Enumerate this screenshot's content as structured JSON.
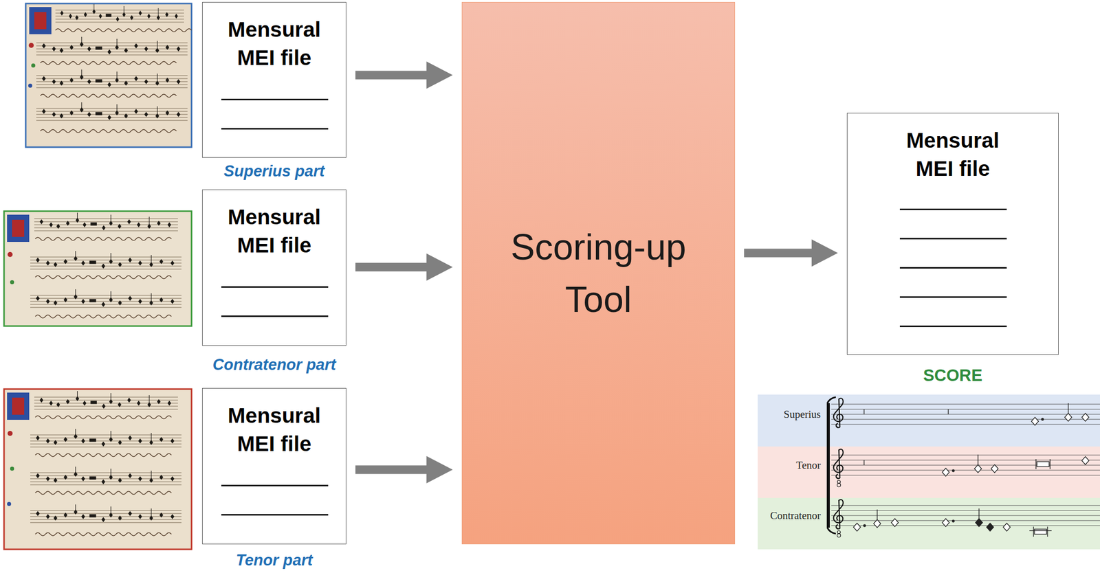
{
  "diagram": {
    "nodes": [
      {
        "text": [
          "Mensural MEI file"
        ]
      },
      {
        "text": [
          "Mensural MEI file"
        ]
      },
      {
        "text": [
          "Mensural MEI file"
        ]
      },
      {
        "text": [
          "Scoring-up Tool"
        ]
      },
      {
        "text": [
          "Mensural MEI file"
        ]
      }
    ],
    "edges": [
      {
        "from": 0,
        "to": 3,
        "arrow": "to"
      },
      {
        "from": 1,
        "to": 3,
        "arrow": "to"
      },
      {
        "from": 2,
        "to": 3,
        "arrow": "to"
      },
      {
        "from": 3,
        "to": 4,
        "arrow": "to"
      }
    ],
    "labels": [
      "Superius part",
      "Contratenor part",
      "Tenor part",
      "SCORE",
      "Superius",
      "Tenor",
      "Contratenor"
    ]
  }
}
